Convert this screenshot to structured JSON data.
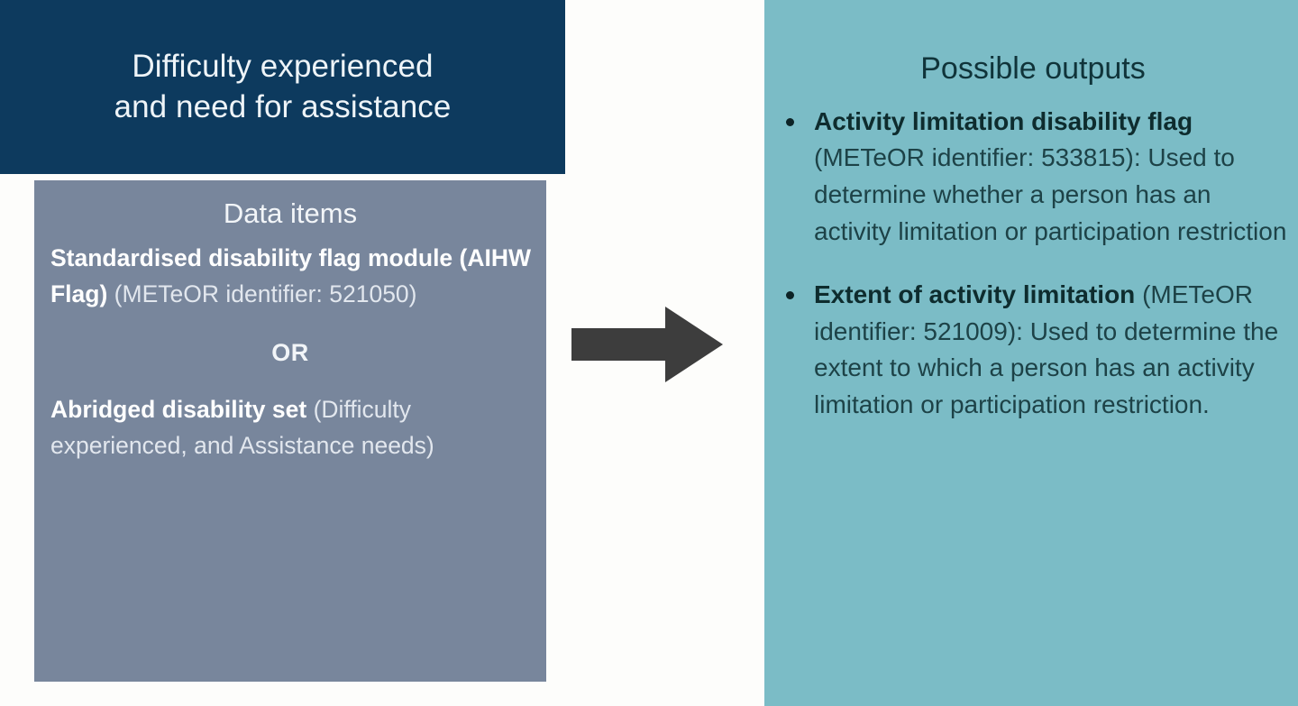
{
  "diagram": {
    "title": "Difficulty experienced and need for assistance",
    "input": {
      "header_line_1": "Difficulty experienced",
      "header_line_2": "and need for assistance",
      "header_bg_color": "#0d3a5e",
      "data_items": {
        "heading": "Data items",
        "box_bg_color": "#78869c",
        "option_1_name": "Standardised disability flag module (AIHW Flag) ",
        "option_1_detail": "(METeOR identifier: 521050)",
        "divider": "OR",
        "option_2_name": "Abridged disability set ",
        "option_2_detail": "(Difficulty experienced, and Assistance needs)"
      }
    },
    "connector": {
      "icon": "right-arrow-icon",
      "color": "#3d3d3d"
    },
    "output": {
      "heading": "Possible outputs",
      "panel_bg_color": "#7bbcc6",
      "bullets": [
        {
          "name": "Activity limitation disability flag ",
          "detail": "(METeOR identifier: 533815): Used to determine whether a person has an activity limitation or participation restriction"
        },
        {
          "name": "Extent of activity limitation ",
          "detail": "(METeOR  identifier: 521009): Used to determine the extent to which a person has an activity limitation or participation restriction."
        }
      ]
    }
  }
}
